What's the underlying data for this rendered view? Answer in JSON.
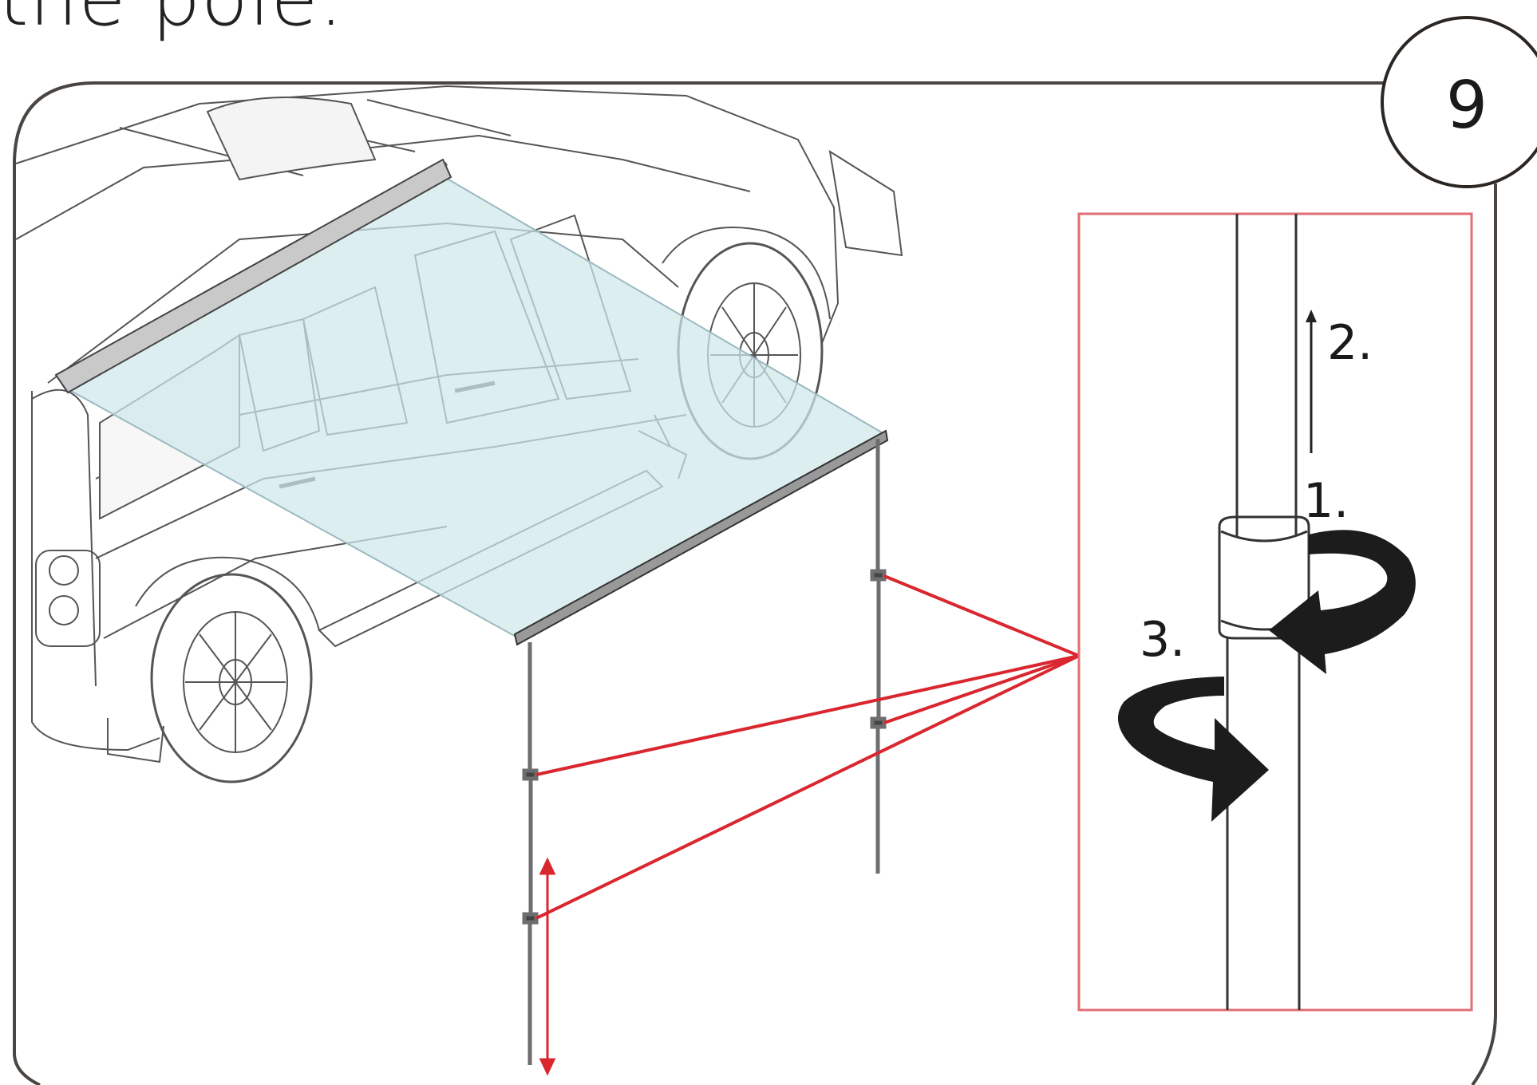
{
  "header": {
    "text": "the pole."
  },
  "step": {
    "number": "9"
  },
  "detail": {
    "labels": [
      "1.",
      "2.",
      "3."
    ]
  },
  "colors": {
    "frame": "#4a4540",
    "callout": "#d9262f",
    "awning": "#cfe7ea",
    "ink": "#1a1a1a"
  },
  "icons": [
    "suv-illustration",
    "awning-fabric",
    "awning-pole",
    "rotate-arrow-icon",
    "up-arrow-icon",
    "double-arrow-icon"
  ]
}
